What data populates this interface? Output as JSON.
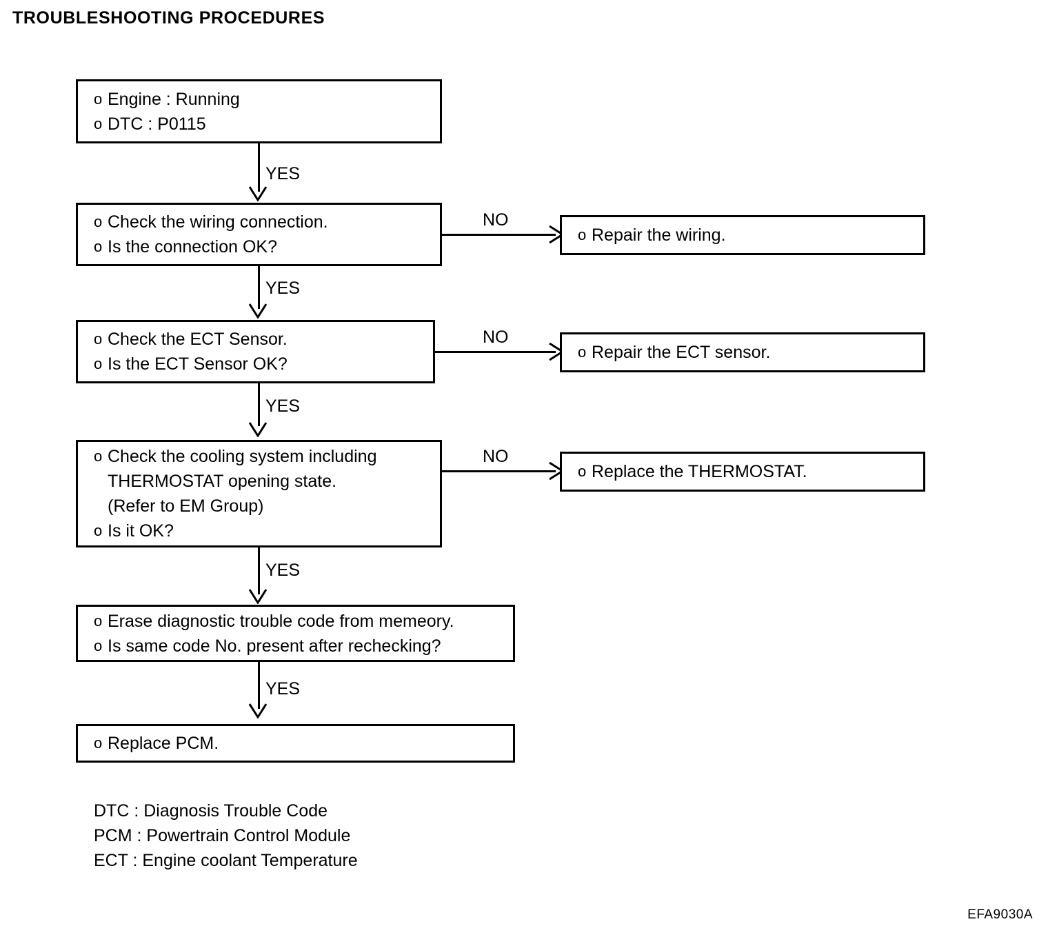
{
  "page": {
    "title": "TROUBLESHOOTING PROCEDURES",
    "figure_code": "EFA9030A",
    "background_color": "#ffffff",
    "line_color": "#000000"
  },
  "flowchart": {
    "type": "flowchart",
    "bullet_glyph": "o",
    "nodes": [
      {
        "id": "start",
        "kind": "condition",
        "lines": [
          {
            "bullet": true,
            "text": "Engine : Running"
          },
          {
            "bullet": true,
            "text": "DTC : P0115"
          }
        ]
      },
      {
        "id": "check-wiring",
        "kind": "decision",
        "lines": [
          {
            "bullet": true,
            "text": "Check the wiring connection."
          },
          {
            "bullet": true,
            "text": "Is the connection OK?"
          }
        ]
      },
      {
        "id": "repair-wiring",
        "kind": "action",
        "lines": [
          {
            "bullet": true,
            "text": "Repair the wiring."
          }
        ]
      },
      {
        "id": "check-ect-sensor",
        "kind": "decision",
        "lines": [
          {
            "bullet": true,
            "text": "Check the ECT Sensor."
          },
          {
            "bullet": true,
            "text": "Is the ECT Sensor OK?"
          }
        ]
      },
      {
        "id": "repair-ect-sensor",
        "kind": "action",
        "lines": [
          {
            "bullet": true,
            "text": "Repair the ECT sensor."
          }
        ]
      },
      {
        "id": "check-cooling-system",
        "kind": "decision",
        "lines": [
          {
            "bullet": true,
            "text": "Check the cooling system including"
          },
          {
            "bullet": false,
            "text": "THERMOSTAT opening state."
          },
          {
            "bullet": false,
            "text": "(Refer to EM Group)"
          },
          {
            "bullet": true,
            "text": "Is it OK?"
          }
        ]
      },
      {
        "id": "replace-thermostat",
        "kind": "action",
        "lines": [
          {
            "bullet": true,
            "text": "Replace the THERMOSTAT."
          }
        ]
      },
      {
        "id": "erase-dtc",
        "kind": "decision",
        "lines": [
          {
            "bullet": true,
            "text": "Erase diagnostic trouble code from memeory."
          },
          {
            "bullet": true,
            "text": "Is same code No. present after rechecking?"
          }
        ]
      },
      {
        "id": "replace-pcm",
        "kind": "action",
        "lines": [
          {
            "bullet": true,
            "text": "Replace PCM."
          }
        ]
      }
    ],
    "edges": [
      {
        "id": "e1",
        "from": "start",
        "to": "check-wiring",
        "label": "YES",
        "direction": "down"
      },
      {
        "id": "e2",
        "from": "check-wiring",
        "to": "repair-wiring",
        "label": "NO",
        "direction": "right"
      },
      {
        "id": "e3",
        "from": "check-wiring",
        "to": "check-ect-sensor",
        "label": "YES",
        "direction": "down"
      },
      {
        "id": "e4",
        "from": "check-ect-sensor",
        "to": "repair-ect-sensor",
        "label": "NO",
        "direction": "right"
      },
      {
        "id": "e5",
        "from": "check-ect-sensor",
        "to": "check-cooling-system",
        "label": "YES",
        "direction": "down"
      },
      {
        "id": "e6",
        "from": "check-cooling-system",
        "to": "replace-thermostat",
        "label": "NO",
        "direction": "right"
      },
      {
        "id": "e7",
        "from": "check-cooling-system",
        "to": "erase-dtc",
        "label": "YES",
        "direction": "down"
      },
      {
        "id": "e8",
        "from": "erase-dtc",
        "to": "replace-pcm",
        "label": "YES",
        "direction": "down"
      }
    ]
  },
  "legend": {
    "items": [
      "DTC : Diagnosis Trouble Code",
      "PCM : Powertrain Control Module",
      "ECT : Engine coolant Temperature"
    ]
  }
}
